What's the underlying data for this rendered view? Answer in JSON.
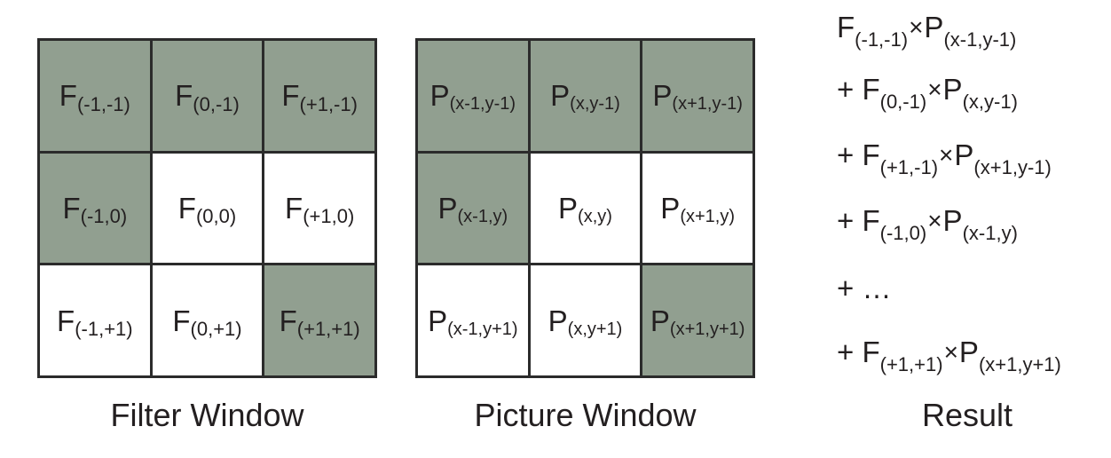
{
  "colors": {
    "shaded": "#919f90",
    "border": "#2b2b2b",
    "text": "#231f20"
  },
  "filter_window": {
    "caption": "Filter Window",
    "cells": [
      {
        "base": "F",
        "sub": "(-1,-1)",
        "shaded": true
      },
      {
        "base": "F",
        "sub": "(0,-1)",
        "shaded": true
      },
      {
        "base": "F",
        "sub": "(+1,-1)",
        "shaded": true
      },
      {
        "base": "F",
        "sub": "(-1,0)",
        "shaded": true
      },
      {
        "base": "F",
        "sub": "(0,0)",
        "shaded": false
      },
      {
        "base": "F",
        "sub": "(+1,0)",
        "shaded": false
      },
      {
        "base": "F",
        "sub": "(-1,+1)",
        "shaded": false
      },
      {
        "base": "F",
        "sub": "(0,+1)",
        "shaded": false
      },
      {
        "base": "F",
        "sub": "(+1,+1)",
        "shaded": true
      }
    ]
  },
  "picture_window": {
    "caption": "Picture Window",
    "cells": [
      {
        "base": "P",
        "sub": "(x-1,y-1)",
        "shaded": true
      },
      {
        "base": "P",
        "sub": "(x,y-1)",
        "shaded": true
      },
      {
        "base": "P",
        "sub": "(x+1,y-1)",
        "shaded": true
      },
      {
        "base": "P",
        "sub": "(x-1,y)",
        "shaded": true
      },
      {
        "base": "P",
        "sub": "(x,y)",
        "shaded": false
      },
      {
        "base": "P",
        "sub": "(x+1,y)",
        "shaded": false
      },
      {
        "base": "P",
        "sub": "(x-1,y+1)",
        "shaded": false
      },
      {
        "base": "P",
        "sub": "(x,y+1)",
        "shaded": false
      },
      {
        "base": "P",
        "sub": "(x+1,y+1)",
        "shaded": true
      }
    ]
  },
  "result": {
    "caption": "Result",
    "times_symbol": "×",
    "ellipsis_line": "+ …",
    "terms": [
      {
        "prefix": "",
        "f_sub": "(-1,-1)",
        "p_sub": "(x-1,y-1)"
      },
      {
        "prefix": "+ ",
        "f_sub": "(0,-1)",
        "p_sub": "(x,y-1)"
      },
      {
        "prefix": "+ ",
        "f_sub": "(+1,-1)",
        "p_sub": "(x+1,y-1)"
      },
      {
        "prefix": "+ ",
        "f_sub": "(-1,0)",
        "p_sub": "(x-1,y)"
      },
      {
        "prefix": "+ ",
        "f_sub": "(+1,+1)",
        "p_sub": "(x+1,y+1)"
      }
    ]
  }
}
